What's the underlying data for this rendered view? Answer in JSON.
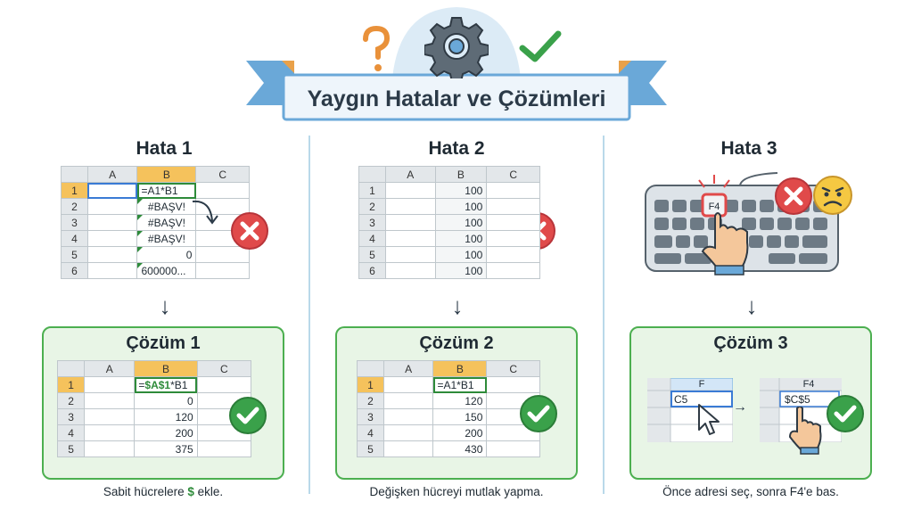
{
  "title": "Yaygın Hatalar ve Çözümleri",
  "top_icons": [
    "question-mark-icon",
    "gear-icon",
    "check-mark-icon"
  ],
  "colors": {
    "accent_blue": "#6aa8d8",
    "success_green": "#4caf50",
    "error_red": "#e04a4a",
    "active_header": "#f5c25c"
  },
  "errors": [
    {
      "heading": "Hata 1",
      "columns": [
        "A",
        "B",
        "C"
      ],
      "rows": [
        {
          "n": "1",
          "a": "",
          "b": "=A1*B1",
          "c": ""
        },
        {
          "n": "2",
          "a": "",
          "b": "#BAŞV!",
          "c": ""
        },
        {
          "n": "3",
          "a": "",
          "b": "#BAŞV!",
          "c": ""
        },
        {
          "n": "4",
          "a": "",
          "b": "#BAŞV!",
          "c": ""
        },
        {
          "n": "5",
          "a": "",
          "b": "0",
          "c": ""
        },
        {
          "n": "6",
          "a": "",
          "b": "600000...",
          "c": ""
        }
      ]
    },
    {
      "heading": "Hata 2",
      "columns": [
        "A",
        "B",
        "C"
      ],
      "rows": [
        {
          "n": "1",
          "a": "",
          "b": "100",
          "c": ""
        },
        {
          "n": "2",
          "a": "",
          "b": "100",
          "c": ""
        },
        {
          "n": "3",
          "a": "",
          "b": "100",
          "c": ""
        },
        {
          "n": "4",
          "a": "",
          "b": "100",
          "c": ""
        },
        {
          "n": "5",
          "a": "",
          "b": "100",
          "c": ""
        },
        {
          "n": "6",
          "a": "",
          "b": "100",
          "c": ""
        }
      ]
    },
    {
      "heading": "Hata 3",
      "key_label": "F4"
    }
  ],
  "solutions": [
    {
      "heading": "Çözüm 1",
      "columns": [
        "A",
        "B",
        "C"
      ],
      "formula_parts": [
        "=",
        "$A$1",
        "*B1"
      ],
      "rows": [
        {
          "n": "1",
          "b": ""
        },
        {
          "n": "2",
          "b": "0"
        },
        {
          "n": "3",
          "b": "120"
        },
        {
          "n": "4",
          "b": "200"
        },
        {
          "n": "5",
          "b": "375"
        }
      ],
      "caption_before": "Sabit hücrelere ",
      "caption_symbol": "$",
      "caption_after": " ekle."
    },
    {
      "heading": "Çözüm 2",
      "columns": [
        "A",
        "B",
        "C"
      ],
      "formula": "=A1*B1",
      "rows": [
        {
          "n": "1",
          "b": ""
        },
        {
          "n": "2",
          "b": "120"
        },
        {
          "n": "3",
          "b": "150"
        },
        {
          "n": "4",
          "b": "200"
        },
        {
          "n": "5",
          "b": "430"
        }
      ],
      "caption": "Değişken hücreyi mutlak yapma."
    },
    {
      "heading": "Çözüm 3",
      "left_col": "F",
      "left_value": "C5",
      "right_col": "F4",
      "right_value": "$C$5",
      "caption": "Önce adresi seç, sonra F4'e bas."
    }
  ]
}
